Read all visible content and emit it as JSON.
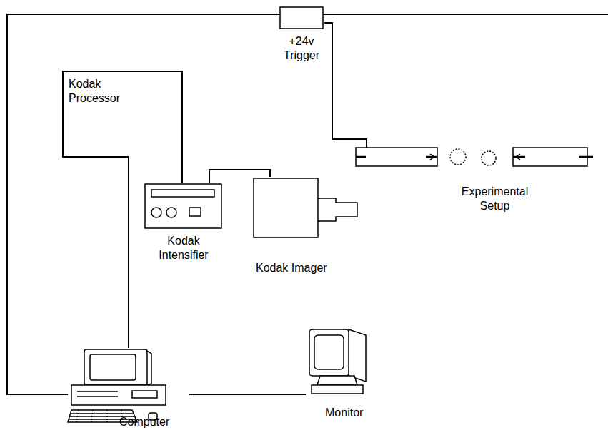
{
  "diagram": {
    "nodes": [
      {
        "text": [
          "+24v Trigger"
        ]
      },
      {
        "text": [
          "Experimental Setup"
        ]
      },
      {
        "text": [
          "Kodak Imager"
        ]
      },
      {
        "text": [
          "Kodak Intensifier"
        ]
      },
      {
        "text": [
          "Computer"
        ]
      },
      {
        "text": [
          "Monitor"
        ]
      }
    ],
    "edges": [
      {
        "from": 0,
        "to": 1,
        "arrow": "none"
      },
      {
        "from": 0,
        "to": 4,
        "arrow": "none"
      },
      {
        "from": 4,
        "to": 5,
        "arrow": "none"
      },
      {
        "from": 4,
        "to": 3,
        "arrow": "none"
      },
      {
        "from": 3,
        "to": 2,
        "arrow": "none"
      }
    ],
    "labels": [
      "Kodak Processor"
    ]
  }
}
